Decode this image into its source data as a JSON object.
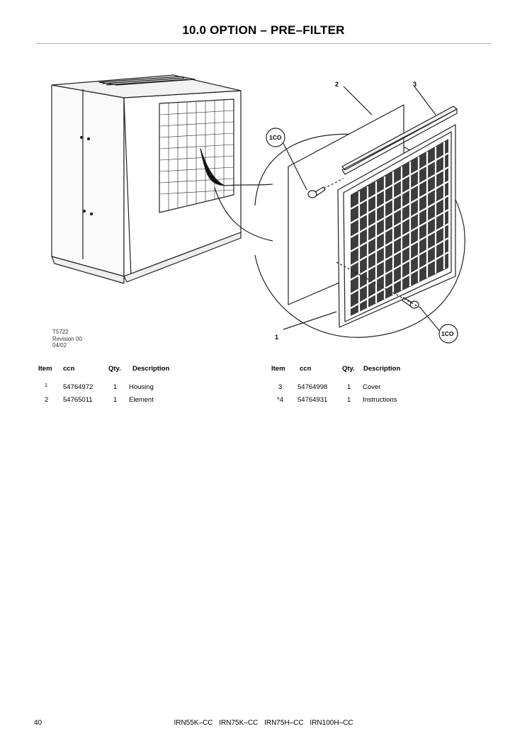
{
  "header": {
    "title": "10.0 OPTION – PRE–FILTER"
  },
  "figure": {
    "ref_code": "T5722",
    "revision": "Revision 00",
    "date": "04/02",
    "callouts": {
      "c1": "1",
      "c2": "2",
      "c3": "3",
      "c1co_a": "1CO",
      "c1co_b": "1CO"
    }
  },
  "parts_left": {
    "headers": {
      "item": "Item",
      "ccn": "ccn",
      "qty": "Qty.",
      "desc": "Description"
    },
    "rows": [
      {
        "item": "1",
        "ccn": "54764972",
        "qty": "1",
        "desc": "Housing"
      },
      {
        "item": "2",
        "ccn": "54765011",
        "qty": "1",
        "desc": "Element"
      }
    ]
  },
  "parts_right": {
    "headers": {
      "item": "Item",
      "ccn": "ccn",
      "qty": "Qty.",
      "desc": "Description"
    },
    "rows": [
      {
        "item": "3",
        "ccn": "54764998",
        "qty": "1",
        "desc": "Cover"
      },
      {
        "item": "*4",
        "ccn": "54764931",
        "qty": "1",
        "desc": "Instructions"
      }
    ]
  },
  "footer": {
    "page_number": "40",
    "models": [
      "IRN55K–CC",
      "IRN75K–CC",
      "IRN75H–CC",
      "IRN100H–CC"
    ]
  }
}
